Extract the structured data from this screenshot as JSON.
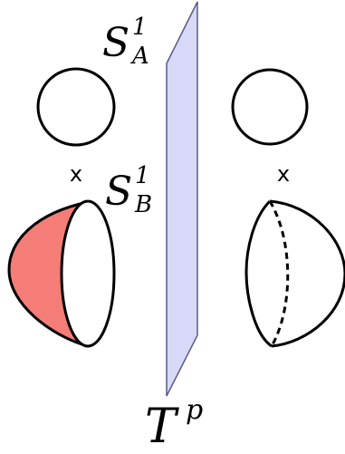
{
  "labels": {
    "s1a_base": "S",
    "s1a_sup": "1",
    "s1a_sub": "A",
    "s1b_base": "S",
    "s1b_sup": "1",
    "s1b_sub": "B",
    "times_left": "x",
    "times_right": "x",
    "brane_base": "T",
    "brane_sup": "p"
  },
  "colors": {
    "plane_fill": "#d8d8f8",
    "plane_stroke": "#5a5a8a",
    "shaded_region": "#f47d78",
    "stroke": "#000000"
  }
}
